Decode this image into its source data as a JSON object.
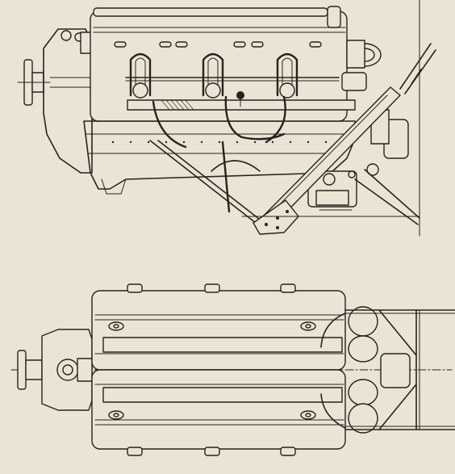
{
  "plate": {
    "kind": "technical line drawing",
    "subject_views": [
      "side-elevation",
      "plan-view"
    ],
    "colors": {
      "paper": "#eae4d4",
      "ink": "#26231f"
    }
  }
}
